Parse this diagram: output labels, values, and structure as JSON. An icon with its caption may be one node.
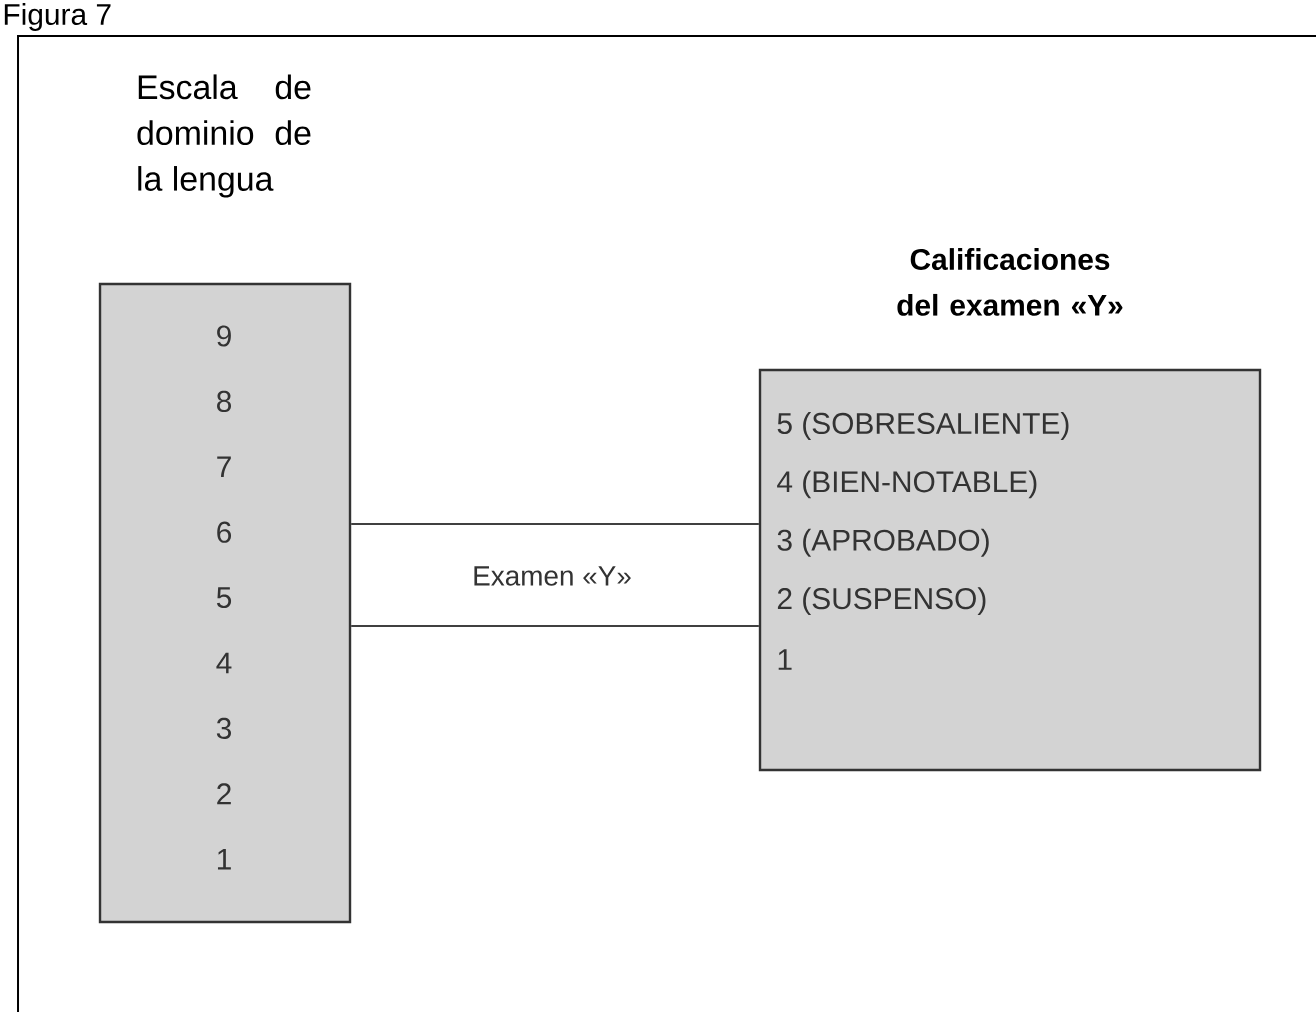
{
  "diagram": {
    "title": "Figura 7",
    "nodes": [
      {
        "text": [
          "Escala de dominio de la lengua",
          "9",
          "8",
          "7",
          "6",
          "5",
          "4",
          "3",
          "2",
          "1"
        ]
      },
      {
        "text": [
          "Calificaciones del examen «Y»",
          "5 (SOBRESALIENTE)",
          "4 (BIEN-NOTABLE)",
          "3 (APROBADO)",
          "2 (SUSPENSO)",
          "1"
        ]
      }
    ],
    "edges": [
      {
        "from": 0,
        "to": 1,
        "arrow": "none"
      },
      {
        "from": 0,
        "to": 1,
        "arrow": "none"
      }
    ],
    "labels": [
      "Examen «Y»"
    ]
  }
}
